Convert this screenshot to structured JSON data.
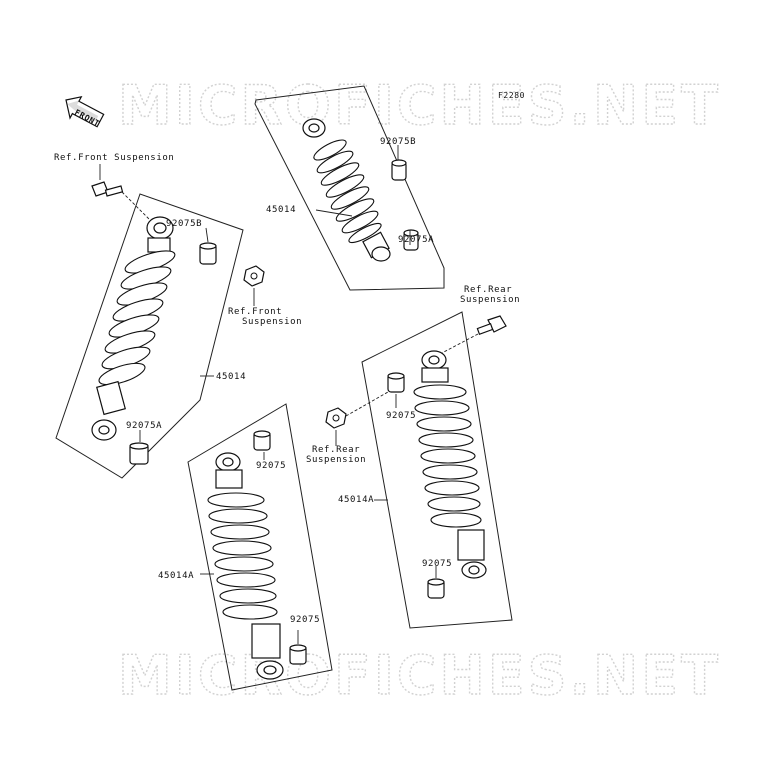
{
  "figure_id": "F2280",
  "watermark": "MICROFICHES.NET",
  "front_badge": "FRONT",
  "labels": {
    "ref_front_susp_top": "Ref.Front Suspension",
    "ref_front_susp_side_1": "Ref.Front",
    "ref_front_susp_side_2": "Suspension",
    "ref_rear_susp_top_1": "Ref.Rear",
    "ref_rear_susp_top_2": "Suspension",
    "ref_rear_susp_side_1": "Ref.Rear",
    "ref_rear_susp_side_2": "Suspension",
    "shock_top_center": "45014",
    "shock_front_left": "45014",
    "shock_rear_right": "45014A",
    "shock_rear_bottom": "45014A",
    "bushing_top_center_b": "92075B",
    "bushing_top_center_a": "92075A",
    "bushing_front_left_b": "92075B",
    "bushing_front_left_a": "92075A",
    "bushing_rear_right_upper": "92075",
    "bushing_rear_right_lower": "92075",
    "bushing_rear_bottom_upper": "92075",
    "bushing_rear_bottom_lower": "92075"
  }
}
